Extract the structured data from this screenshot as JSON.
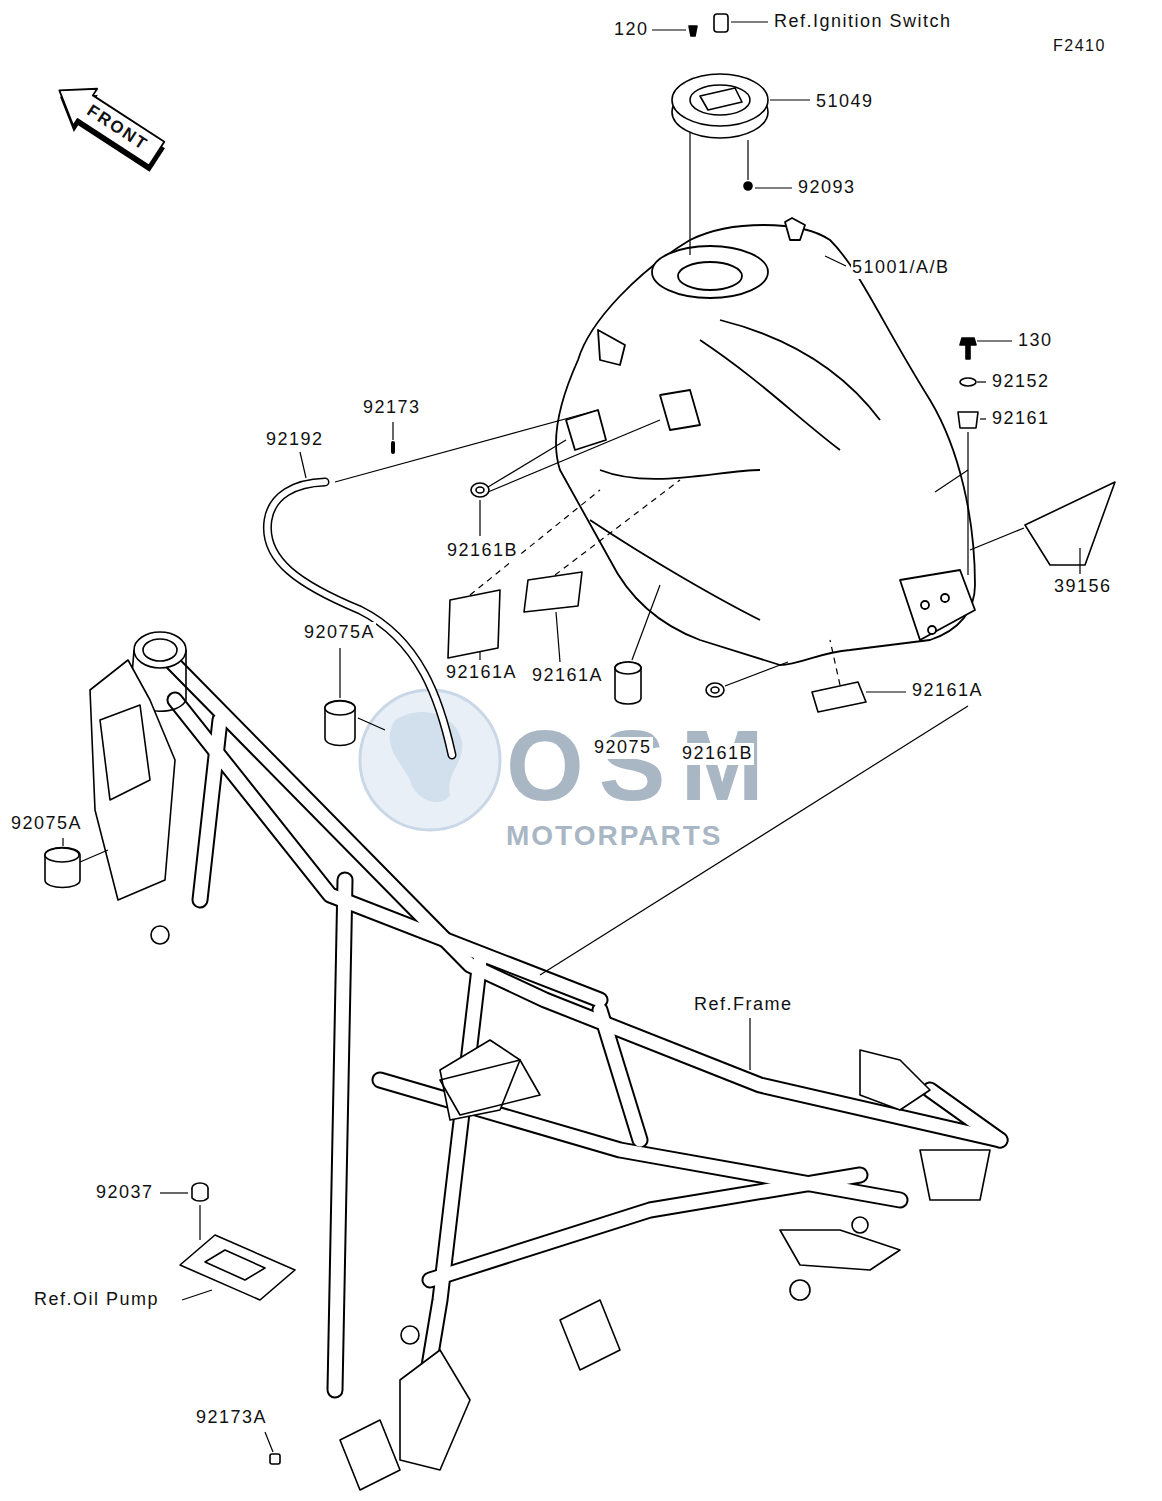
{
  "diagram": {
    "nodes": [
      {
        "text": [
          "FRONT"
        ]
      }
    ],
    "labels": [
      "120",
      "Ref.Ignition Switch",
      "F2410",
      "51049",
      "92093",
      "51001/A/B",
      "130",
      "92152",
      "92173",
      "92161",
      "92192",
      "92161B",
      "39156",
      "92075A",
      "92161A",
      "92161A",
      "92161A",
      "92075",
      "92161B",
      "92075A",
      "Ref.Frame",
      "92037",
      "Ref.Oil Pump",
      "92173A",
      "OSM",
      "MOTORPARTS"
    ]
  }
}
